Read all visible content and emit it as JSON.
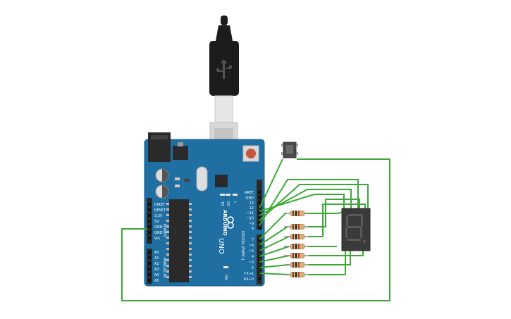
{
  "board": {
    "brand_text": "ARDUINO",
    "model_text": "UNO",
    "tx_label": "TX",
    "rx_label": "RX",
    "l_label": "L",
    "on_label": "ON",
    "power_header_label": "POWER",
    "analog_header_label": "ANALOG IN",
    "digital_header_label": "DIGITAL (PWM~)",
    "power_pins": [
      "IOREF",
      "RESET",
      "3.3V",
      "5V",
      "GND",
      "GND",
      "Vin"
    ],
    "analog_pins": [
      "A0",
      "A1",
      "A2",
      "A3",
      "A4",
      "A5"
    ],
    "digital_top_pins": [
      "AREF",
      "GND",
      "13",
      "12",
      "~11",
      "~10",
      "~9",
      "8"
    ],
    "digital_bottom_pins": [
      "7",
      "~6",
      "~5",
      "4",
      "~3",
      "2",
      "TX→1",
      "RX←0"
    ]
  },
  "display": {
    "digit": "8."
  },
  "colors": {
    "board": "#1f6fa3",
    "board_edge": "#185d8a",
    "wire": "#3aaa35",
    "resistor_body": "#d9b48a",
    "display_body": "#3a3a3a",
    "display_segment": "#5a5a5a",
    "usb_cable": "#1c1c1c",
    "reset_button": "#c8553d"
  }
}
